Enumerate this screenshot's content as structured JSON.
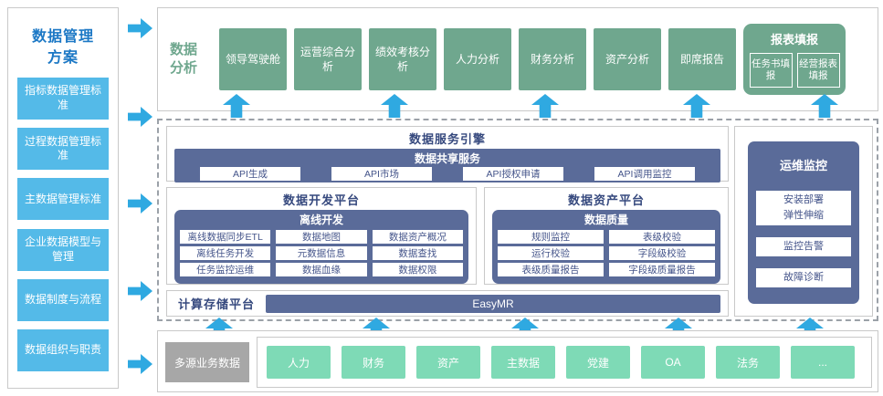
{
  "colors": {
    "arrow_blue": "#2FA9E1",
    "sidebar_item_blue": "#54BAE8",
    "sidebar_title_blue": "#1C78C5",
    "analysis_green": "#6FA78E",
    "source_mint": "#7EDAB6",
    "slate_blue": "#5A6B99",
    "navy_title": "#36497E",
    "gray_box": "#A7A7A7"
  },
  "sidebar": {
    "title": "数据管理\n方案",
    "items": [
      "指标数据管理标准",
      "过程数据管理标准",
      "主数据管理标准",
      "企业数据模型与管理",
      "数据制度与流程",
      "数据组织与职责"
    ]
  },
  "analysis": {
    "label": "数据\n分析",
    "boxes": [
      "领导驾驶舱",
      "运营综合分析",
      "绩效考核分析",
      "人力分析",
      "财务分析",
      "资产分析",
      "即席报告"
    ],
    "report": {
      "title": "报表填报",
      "items": [
        "任务书填报",
        "经营报表填报"
      ]
    }
  },
  "service_engine": {
    "title": "数据服务引擎",
    "bar_title": "数据共享服务",
    "apis": [
      "API生成",
      "API市场",
      "API授权申请",
      "API调用监控"
    ]
  },
  "dev_platform": {
    "title": "数据开发平台",
    "group": "离线开发",
    "cells": [
      "离线数据同步ETL",
      "数据地图",
      "数据资产概况",
      "离线任务开发",
      "元数据信息",
      "数据查找",
      "任务监控运维",
      "数据血缘",
      "数据权限"
    ]
  },
  "asset_platform": {
    "title": "数据资产平台",
    "group": "数据质量",
    "cells": [
      "规则监控",
      "表级校验",
      "运行校验",
      "字段级校验",
      "表级质量报告",
      "字段级质量报告"
    ]
  },
  "compute_platform": {
    "title": "计算存储平台",
    "bar": "EasyMR"
  },
  "ops": {
    "title": "运维监控",
    "items": [
      "安装部署\n弹性伸缩",
      "监控告警",
      "故障诊断"
    ]
  },
  "sources": {
    "label": "多源业务数据",
    "items": [
      "人力",
      "财务",
      "资产",
      "主数据",
      "党建",
      "OA",
      "法务",
      "..."
    ]
  }
}
